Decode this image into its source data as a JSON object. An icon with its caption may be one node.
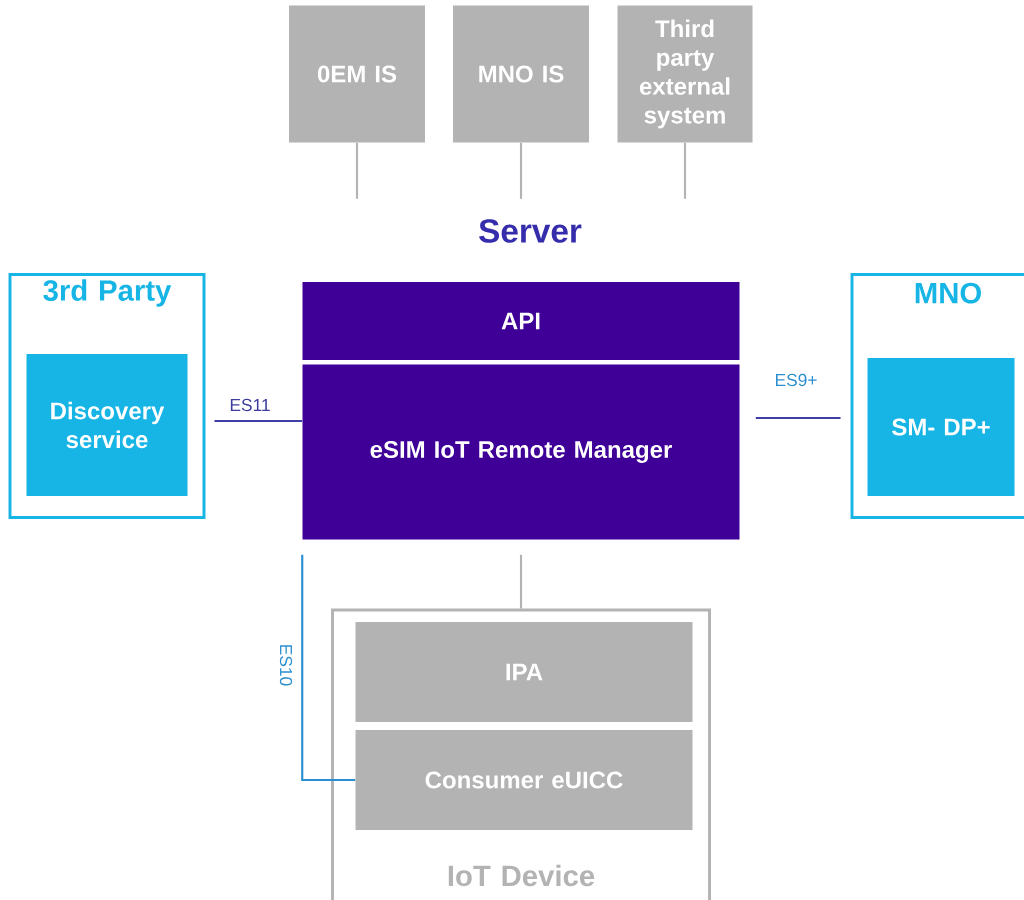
{
  "diagram": {
    "nodes": [
      {
        "text": [
          "0EM IS"
        ]
      },
      {
        "text": [
          "MNO IS"
        ]
      },
      {
        "text": [
          "Third party external system"
        ]
      },
      {
        "text": [
          "3rd Party"
        ]
      },
      {
        "text": [
          "Discovery service"
        ],
        "in": 3
      },
      {
        "text": [
          "API"
        ]
      },
      {
        "text": [
          "eSIM IoT Remote Manager"
        ]
      },
      {
        "text": [
          "MNO"
        ]
      },
      {
        "text": [
          "SM- DP+"
        ],
        "in": 7
      },
      {
        "text": [
          "IoT Device"
        ]
      },
      {
        "text": [
          "IPA"
        ],
        "in": 9
      },
      {
        "text": [
          "Consumer eUICC"
        ],
        "in": 9
      }
    ],
    "edges": [
      {
        "from": 0,
        "to": null,
        "arrow": "none"
      },
      {
        "from": 1,
        "to": null,
        "arrow": "none"
      },
      {
        "from": 2,
        "to": null,
        "arrow": "none"
      },
      {
        "from": 3,
        "to": 6,
        "arrow": "none",
        "label": "ES11",
        "color": "#3f3fa8"
      },
      {
        "from": 6,
        "to": 7,
        "arrow": "none",
        "label": "ES9+",
        "color": "#3f3fa8"
      },
      {
        "from": 6,
        "to": 11,
        "arrow": "none",
        "label": "ES10",
        "color": "#2a8fd0"
      },
      {
        "from": 6,
        "to": 9,
        "arrow": "none"
      }
    ],
    "labels": [
      "Server"
    ]
  }
}
